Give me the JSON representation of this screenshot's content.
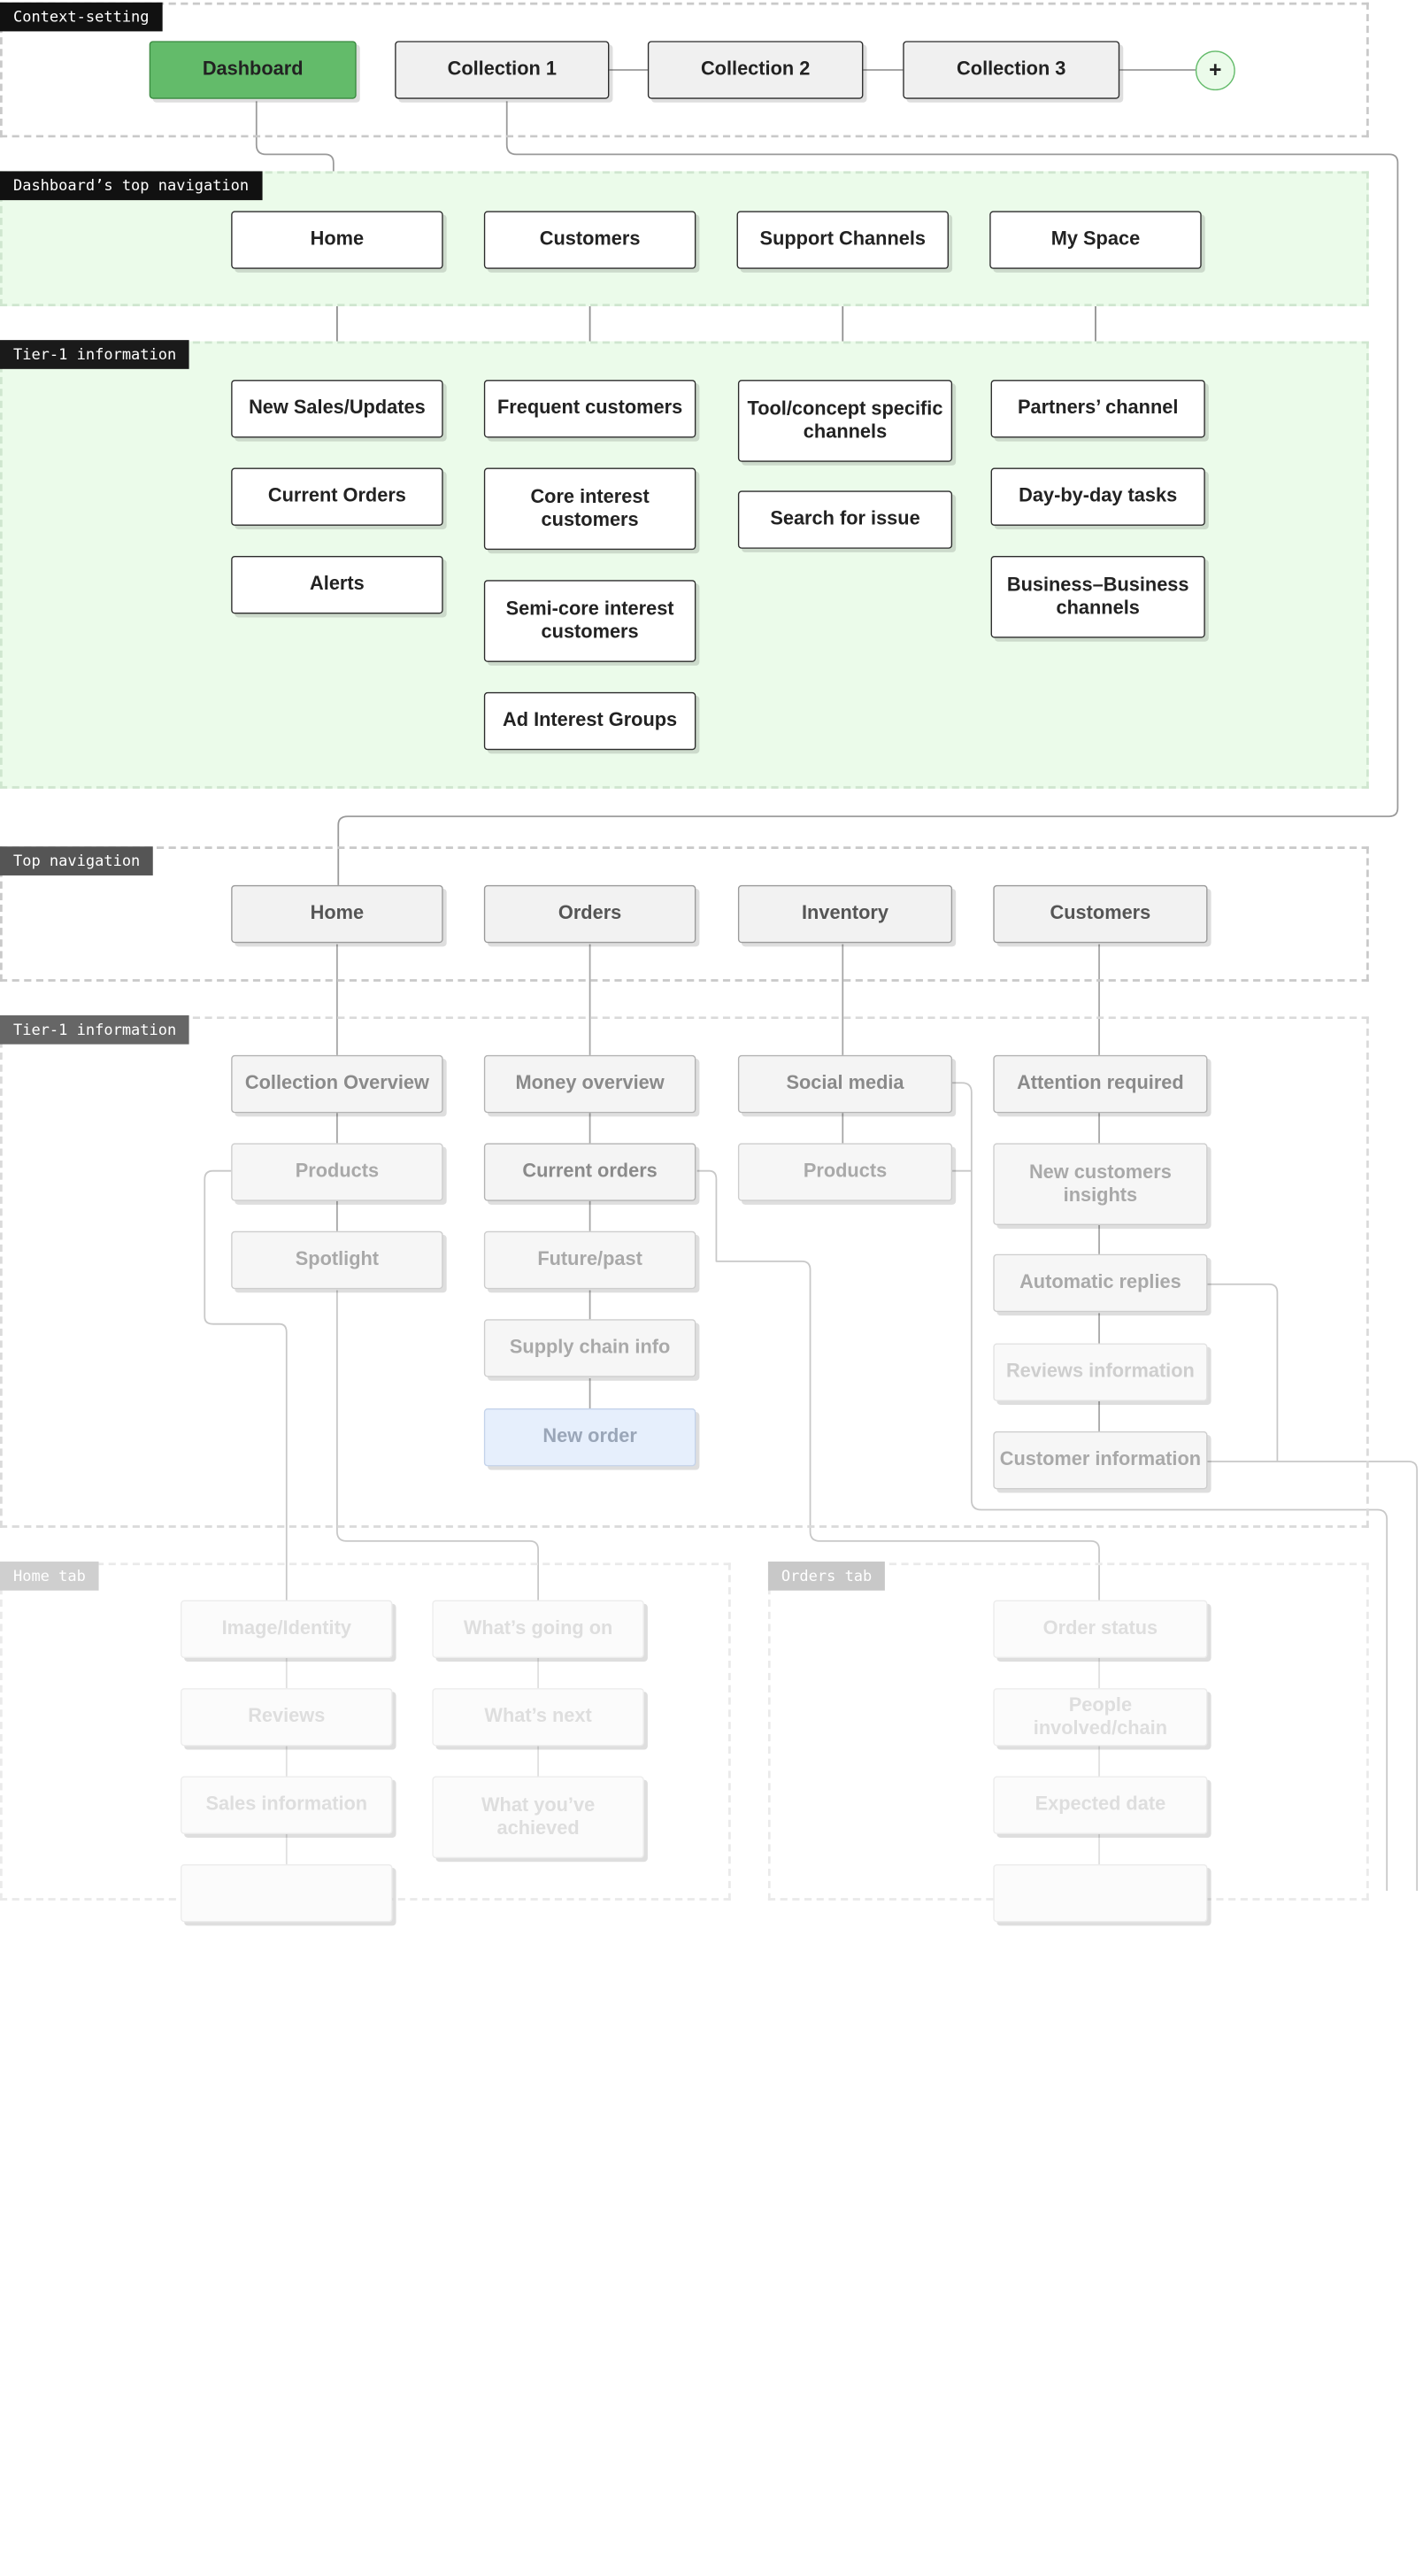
{
  "sections": {
    "context_setting": "Context-setting",
    "dashboard_top_nav": "Dashboard’s top navigation",
    "tier1_dashboard": "Tier-1 information",
    "top_nav": "Top navigation",
    "tier1_collection": "Tier-1 information",
    "home_tab": "Home tab",
    "orders_tab": "Orders tab"
  },
  "context": {
    "dashboard": "Dashboard",
    "collection1": "Collection 1",
    "collection2": "Collection 2",
    "collection3": "Collection 3",
    "add": "+"
  },
  "dash_nav": {
    "home": "Home",
    "customers": "Customers",
    "support": "Support Channels",
    "myspace": "My Space"
  },
  "dash_tier1": {
    "home": [
      "New Sales/Updates",
      "Current Orders",
      "Alerts"
    ],
    "customers": [
      "Frequent customers",
      "Core interest customers",
      "Semi-core interest customers",
      "Ad Interest Groups"
    ],
    "support": [
      "Tool/concept specific channels",
      "Search for issue"
    ],
    "myspace": [
      "Partners’ channel",
      "Day-by-day tasks",
      "Business–Business channels"
    ]
  },
  "top_nav": {
    "home": "Home",
    "orders": "Orders",
    "inventory": "Inventory",
    "customers": "Customers"
  },
  "col_tier1": {
    "home": [
      "Collection Overview",
      "Products",
      "Spotlight"
    ],
    "orders": [
      "Money overview",
      "Current orders",
      "Future/past",
      "Supply chain info",
      "New order"
    ],
    "inventory": [
      "Social media",
      "Products"
    ],
    "customers": [
      "Attention required",
      "New customers insights",
      "Automatic replies",
      "Reviews information",
      "Customer information"
    ]
  },
  "home_tab": {
    "col1": [
      "Image/Identity",
      "Reviews",
      "Sales information"
    ],
    "col2": [
      "What’s going on",
      "What’s next",
      "What you’ve achieved"
    ]
  },
  "orders_tab": {
    "col1": [
      "Order status",
      "People involved/chain",
      "Expected date"
    ]
  },
  "colors": {
    "dashboard_green": "#63bb6a",
    "section_green_bg": "#ebfbea",
    "plus_border": "#63bb6a"
  }
}
